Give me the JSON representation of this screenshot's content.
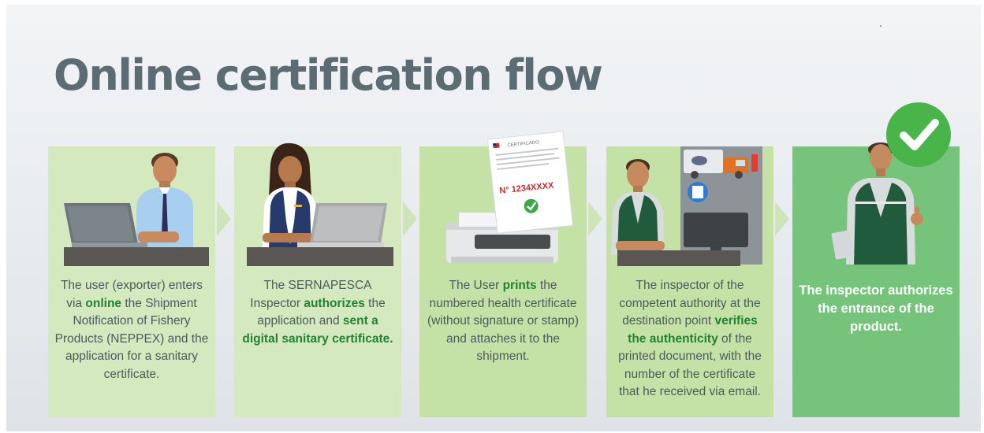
{
  "title": "Online certification flow",
  "colors": {
    "panel_light": "#d4e9bd",
    "panel_mid": "#c4e2a6",
    "panel_final": "#76c47c",
    "highlight_text": "#208234",
    "title_text": "#5b6c73",
    "check": "#48b44a"
  },
  "steps": [
    {
      "parts": [
        {
          "t": "The user (exporter) enters via "
        },
        {
          "t": "online",
          "hl": true
        },
        {
          "t": " the Shipment Notification of Fishery Products (NEPPEX) and the application for a sanitary certificate."
        }
      ],
      "icon": "exporter-at-laptop-illustration"
    },
    {
      "parts": [
        {
          "t": "The SERNAPESCA Inspector "
        },
        {
          "t": "authorizes",
          "hl": true
        },
        {
          "t": " the application and "
        },
        {
          "t": "sent a digital sanitary certificate.",
          "hl": true
        }
      ],
      "icon": "inspector-at-laptop-illustration"
    },
    {
      "parts": [
        {
          "t": "The User "
        },
        {
          "t": "prints",
          "hl": true
        },
        {
          "t": " the numbered health certificate (without signature or stamp) and attaches it to the shipment."
        }
      ],
      "icon": "printer-certificate-illustration"
    },
    {
      "parts": [
        {
          "t": "The inspector of the competent authority at the destination point "
        },
        {
          "t": "verifies the authenticity",
          "hl": true
        },
        {
          "t": " of the printed document, with the number of the certificate that he received via email."
        }
      ],
      "icon": "destination-inspector-illustration"
    },
    {
      "parts": [
        {
          "t": "The inspector authorizes the entrance of the product."
        }
      ],
      "icon": "inspector-authorizes-illustration"
    }
  ],
  "certificate": {
    "header": "CERTIFICADO",
    "number": "N° 1234XXXX"
  }
}
